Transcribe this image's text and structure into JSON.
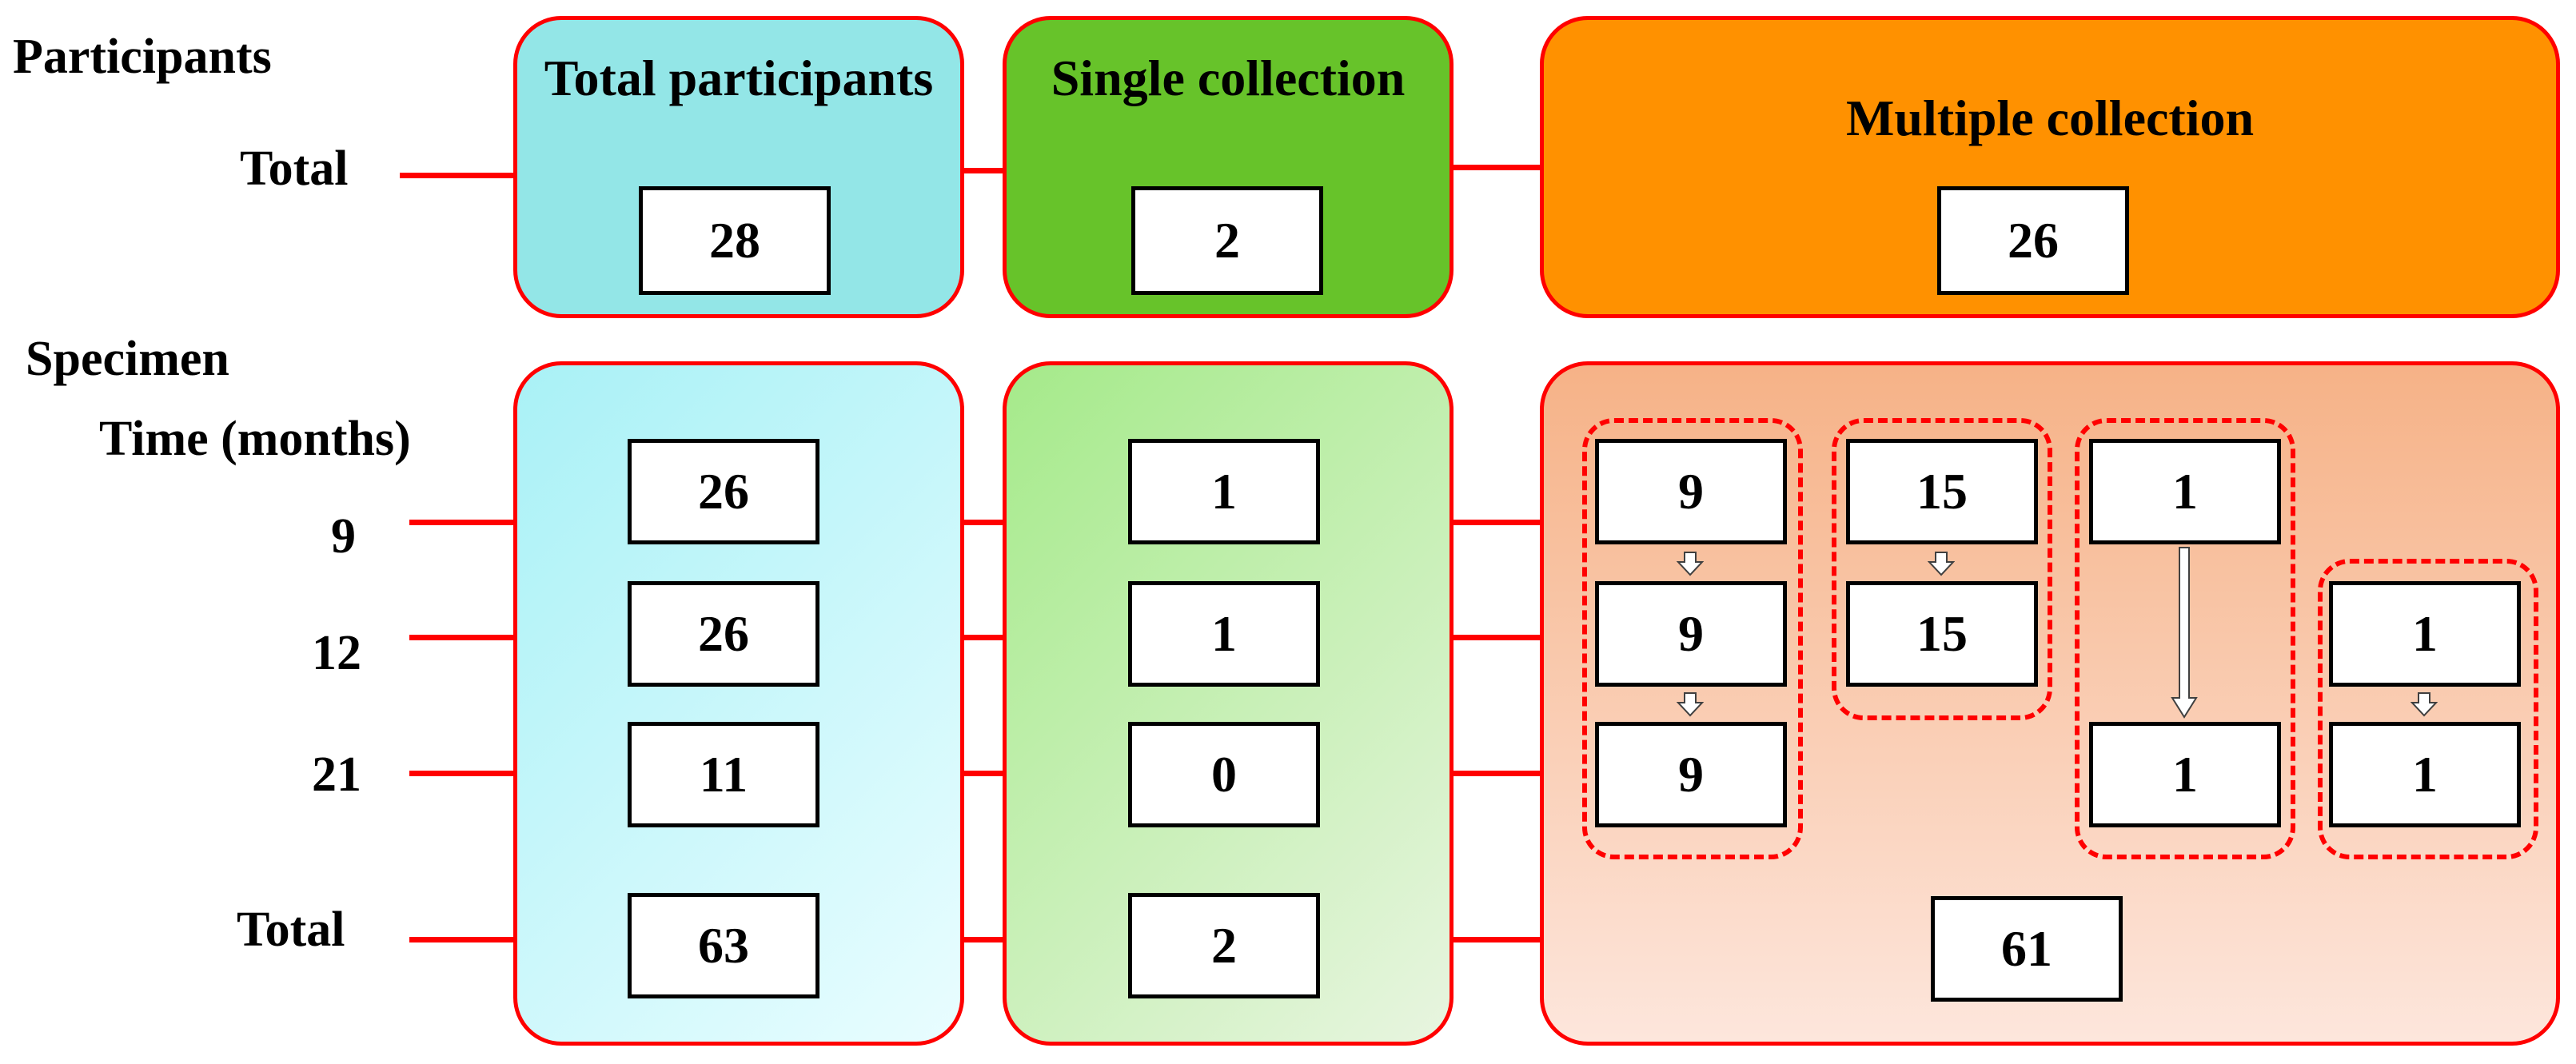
{
  "row_labels": {
    "participants": "Participants",
    "total_top": "Total",
    "specimen": "Specimen",
    "time": "Time (months)",
    "t9": "9",
    "t12": "12",
    "t21": "21",
    "total_bottom": "Total"
  },
  "top": {
    "total_participants": {
      "title": "Total participants",
      "value": "28"
    },
    "single_collection": {
      "title": "Single collection",
      "value": "2"
    },
    "multiple_collection": {
      "title": "Multiple collection",
      "value": "26"
    }
  },
  "bottom": {
    "total_participants": {
      "m9": "26",
      "m12": "26",
      "m21": "11",
      "total": "63"
    },
    "single_collection": {
      "m9": "1",
      "m12": "1",
      "m21": "0",
      "total": "2"
    },
    "multiple_collection": {
      "group_a": {
        "m9": "9",
        "m12": "9",
        "m21": "9"
      },
      "group_b": {
        "m9": "15",
        "m12": "15"
      },
      "group_c": {
        "m9": "1",
        "m21": "1"
      },
      "group_d": {
        "m12": "1",
        "m21": "1"
      },
      "total": "61"
    }
  },
  "colors": {
    "line": "#ff0000",
    "cyan": "#93e6e7",
    "green": "#67c32a",
    "orange": "#ff9100",
    "cyan_gradient": [
      "#a9f1f6",
      "#e9fdff"
    ],
    "green_gradient": [
      "#a5ea8a",
      "#e8f5e0"
    ],
    "orange_gradient": [
      "#f6b287",
      "#fde6dc"
    ]
  }
}
